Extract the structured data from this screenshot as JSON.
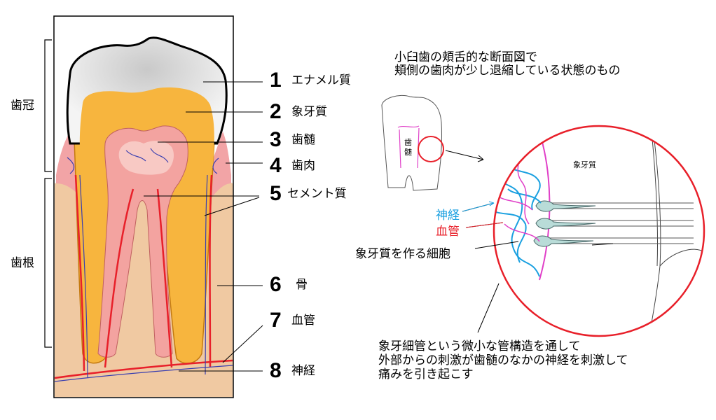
{
  "side_labels": {
    "crown": "歯冠",
    "root": "歯根"
  },
  "parts": [
    {
      "num": "1",
      "label": "エナメル質"
    },
    {
      "num": "2",
      "label": "象牙質"
    },
    {
      "num": "3",
      "label": "歯髄"
    },
    {
      "num": "4",
      "label": "歯肉"
    },
    {
      "num": "5",
      "label": "セメント質"
    },
    {
      "num": "6",
      "label": "骨"
    },
    {
      "num": "7",
      "label": "血管"
    },
    {
      "num": "8",
      "label": "神経"
    }
  ],
  "caption": {
    "line1": "小臼歯の頬舌的な断面図で",
    "line2": "頬側の歯肉が少し退縮している状態のもの"
  },
  "small_tooth": {
    "pulp_label_1": "歯",
    "pulp_label_2": "髄"
  },
  "zoom": {
    "dentin_label": "象牙質",
    "nerve_label": "神経",
    "vessel_label": "血管",
    "odontoblast_label": "象牙質を作る細胞"
  },
  "note": {
    "line1": "象牙細管という微小な管構造を通して",
    "line2": "外部からの刺激が歯髄のなかの神経を刺激して",
    "line3": "痛みを引き起こす"
  },
  "colors": {
    "enamel": "#f2f2f2",
    "dentin": "#f7b53e",
    "pulp": "#f3a3a0",
    "bone": "#f0c9a2",
    "gum": "#f2a4a6",
    "vessel": "#e8202a",
    "nerve": "#1aa0e0",
    "pink_nerve": "#e040c8"
  }
}
